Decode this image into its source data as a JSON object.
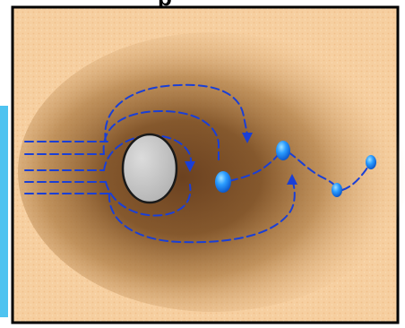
{
  "header": {
    "cropped_text": "p"
  },
  "colors": {
    "background_outer": "#f6cfa0",
    "wake_dark": "#7a4e22",
    "frame": "#000000",
    "flow_line": "#1a3fd6",
    "obstacle_fill": "#c8c8c8",
    "droplet": "#2a8cff",
    "side_bar": "#4fc3f0"
  },
  "icons": {
    "obstacle": "gray-circle",
    "droplet": "blue-drop"
  }
}
